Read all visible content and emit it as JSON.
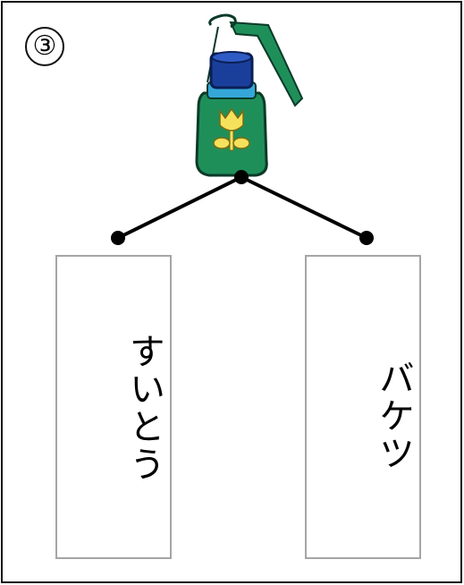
{
  "question": {
    "number": "③"
  },
  "item": {
    "icon": "water-bottle-with-tulip-icon"
  },
  "choices": [
    {
      "label": "すいとう"
    },
    {
      "label": "バケツ"
    }
  ],
  "colors": {
    "bottle_green": "#1f8f5a",
    "cap_blue": "#1a3f9b",
    "tulip_yellow": "#f5e15c",
    "card_border": "#a5a5a5"
  }
}
